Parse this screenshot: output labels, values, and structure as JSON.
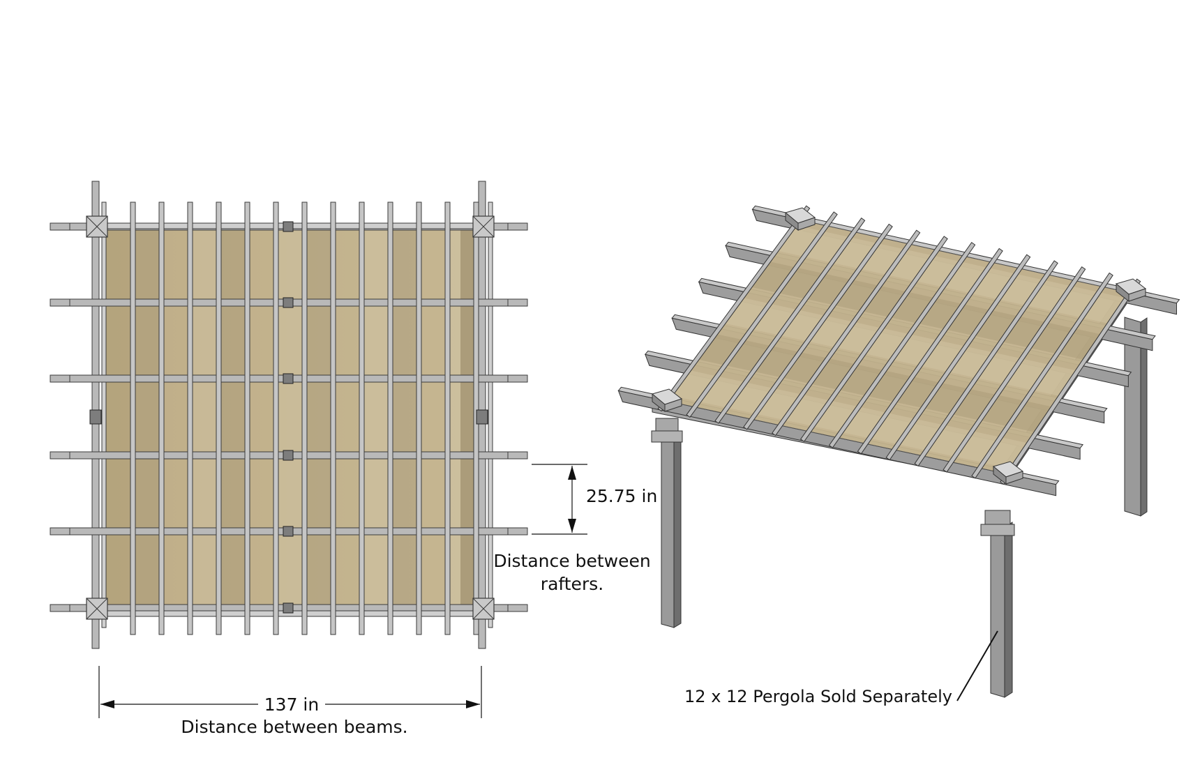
{
  "plan_view": {
    "rafter_spacing_value": "25.75 in",
    "rafter_spacing_caption_line1": "Distance between",
    "rafter_spacing_caption_line2": "rafters.",
    "beam_spacing_value": "137 in",
    "beam_spacing_caption": "Distance between beams."
  },
  "perspective_view": {
    "callout": "12 x 12 Pergola Sold Separately"
  },
  "colors": {
    "shade_fabric": "#c2b28d",
    "shade_fabric_dark": "#ab9c7a",
    "shade_fabric_light": "#cfc2a3",
    "lumber": "#b9b9b9",
    "lumber_outline": "#3a3a3a",
    "post": "#8f8f8f",
    "dimension_line": "#111111"
  },
  "icons": {
    "post_cap": "x-box-cap-icon",
    "slide_clip": "bracket-clip-icon"
  }
}
